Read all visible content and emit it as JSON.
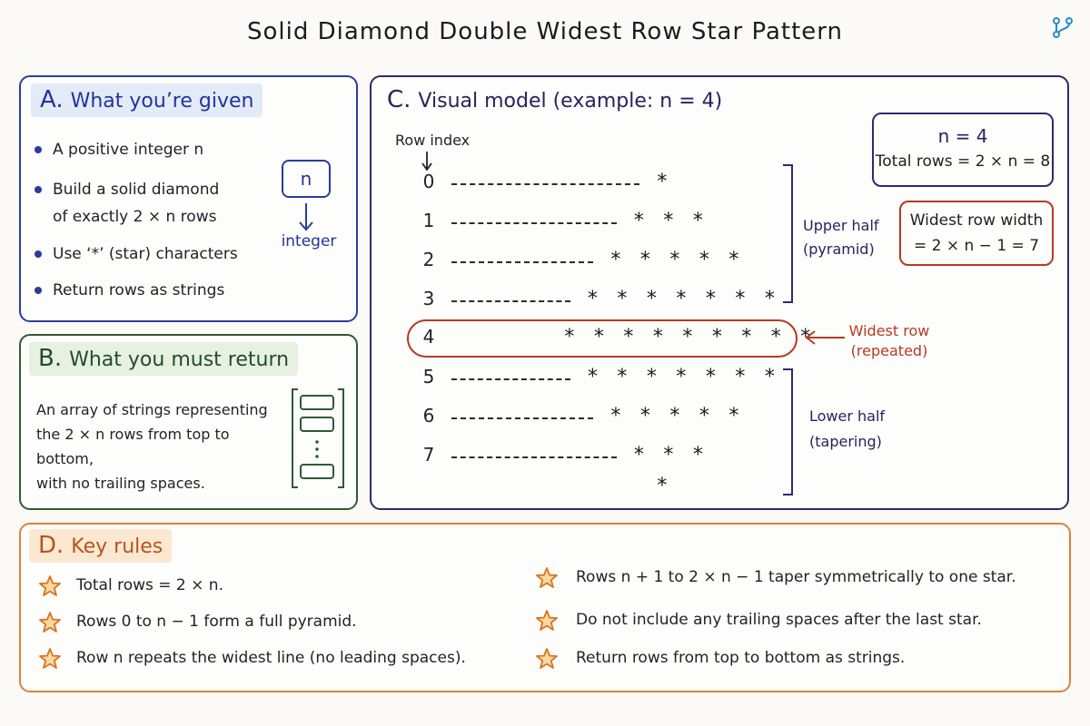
{
  "title": "Solid Diamond Double Widest Row Star Pattern",
  "icons": {
    "top_right": "branch-icon",
    "rule_bullet": "star-outline-icon"
  },
  "colors": {
    "panel_a": "#2c3f9a",
    "panel_b": "#2f5a36",
    "panel_c": "#2e2a6e",
    "panel_d": "#dd8238",
    "highlight": "#b63a22"
  },
  "panel_a": {
    "letter": "A.",
    "heading": "What you’re given",
    "bullets": [
      "A positive integer n",
      "Build a solid diamond",
      "of exactly 2 × n rows",
      "Use ‘*’ (star) characters",
      "Return rows as strings"
    ],
    "n_box": "n",
    "n_caption": "integer"
  },
  "panel_b": {
    "letter": "B.",
    "heading": "What you must return",
    "lines": [
      "An array of strings representing",
      "the 2 × n rows from top to bottom,",
      "with no trailing spaces."
    ]
  },
  "panel_c": {
    "letter": "C.",
    "heading": "Visual model (example: n = 4)",
    "row_index_label": "Row index",
    "rows": [
      {
        "index": "0",
        "stars": "*"
      },
      {
        "index": "1",
        "stars": "***"
      },
      {
        "index": "2",
        "stars": "*****"
      },
      {
        "index": "3",
        "stars": "*******"
      },
      {
        "index": "4",
        "stars": "*********"
      },
      {
        "index": "5",
        "stars": "*******"
      },
      {
        "index": "6",
        "stars": "*****"
      },
      {
        "index": "7",
        "stars": "***"
      },
      {
        "index": "",
        "stars": "*"
      }
    ],
    "upper_label": [
      "Upper half",
      "(pyramid)"
    ],
    "lower_label": [
      "Lower half",
      "(tapering)"
    ],
    "widest_label": [
      "Widest row",
      "(repeated)"
    ],
    "n_info": {
      "line1": "n = 4",
      "line2": "Total rows = 2 × n = 8"
    },
    "width_info": {
      "line1": "Widest row width",
      "line2": "= 2 × n − 1 = 7"
    }
  },
  "panel_d": {
    "letter": "D.",
    "heading": "Key rules",
    "rules_left": [
      "Total rows = 2 × n.",
      "Rows 0 to n − 1 form a full pyramid.",
      "Row n repeats the widest line (no leading spaces)."
    ],
    "rules_right": [
      "Rows n + 1 to 2 × n − 1 taper symmetrically to one star.",
      "Do not include any trailing spaces after the last star.",
      "Return rows from top to bottom as strings."
    ]
  }
}
